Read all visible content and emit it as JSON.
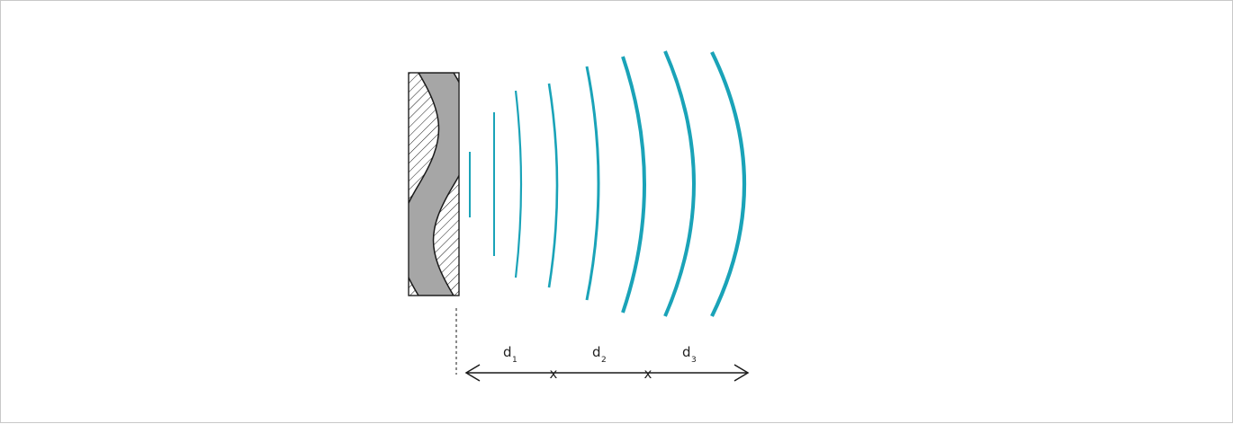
{
  "colors": {
    "wave": "#1aa3b8",
    "source_fill": "#a6a6a6",
    "ink": "#1a1a1a"
  },
  "labels": {
    "d1": {
      "main": "d",
      "sub": "1"
    },
    "d2": {
      "main": "d",
      "sub": "2"
    },
    "d3": {
      "main": "d",
      "sub": "3"
    }
  },
  "markers": {
    "m1": "x",
    "m2": "x"
  },
  "icons": {
    "source": "vibrating-surface-icon",
    "arrow": "double-headed-arrow-icon"
  }
}
